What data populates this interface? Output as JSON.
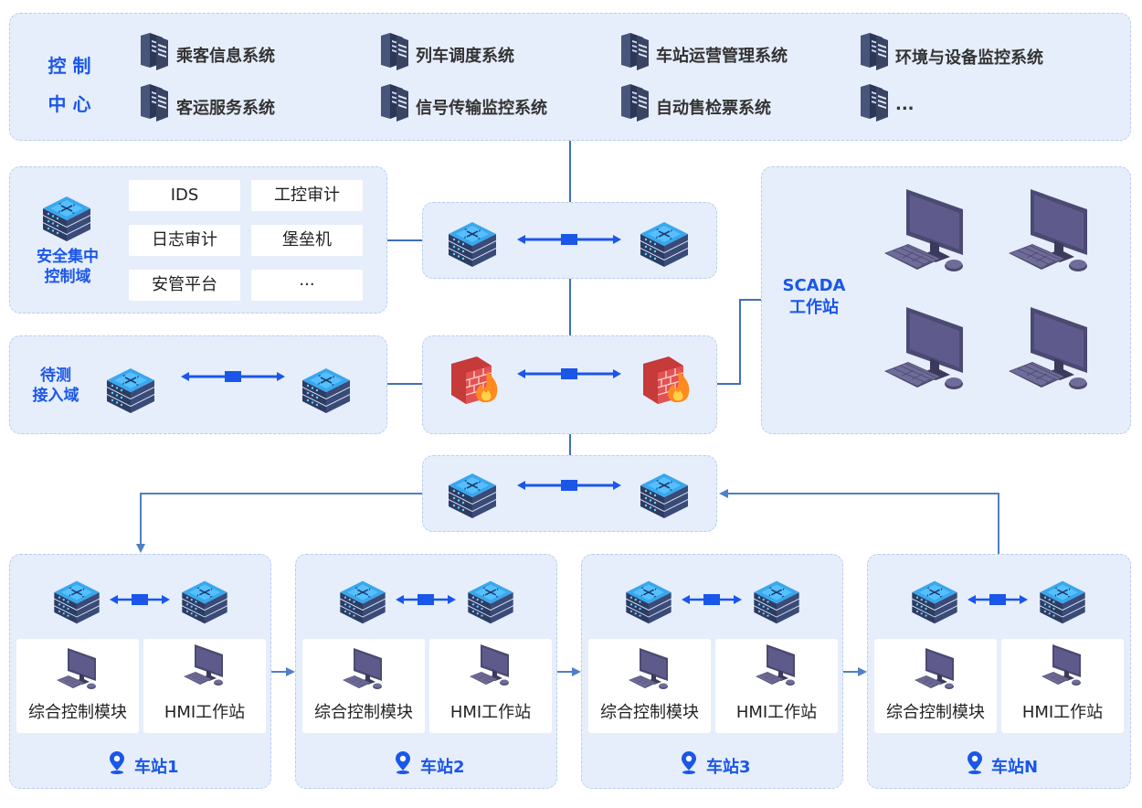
{
  "control_center": {
    "title_line1": "控 制",
    "title_line2": "中 心",
    "systems": [
      "乘客信息系统",
      "列车调度系统",
      "车站运营管理系统",
      "环境与设备监控系统",
      "客运服务系统",
      "信号传输监控系统",
      "自动售检票系统",
      "..."
    ]
  },
  "security_domain": {
    "title_line1": "安全集中",
    "title_line2": "控制域",
    "tags": [
      "IDS",
      "工控审计",
      "日志审计",
      "堡垒机",
      "安管平台",
      "···"
    ]
  },
  "test_domain": {
    "title_line1": "待测",
    "title_line2": "接入域"
  },
  "scada": {
    "title_line1": "SCADA",
    "title_line2": "工作站"
  },
  "stations": [
    {
      "name": "车站1",
      "module": "综合控制模块",
      "hmi": "HMI工作站"
    },
    {
      "name": "车站2",
      "module": "综合控制模块",
      "hmi": "HMI工作站"
    },
    {
      "name": "车站3",
      "module": "综合控制模块",
      "hmi": "HMI工作站"
    },
    {
      "name": "车站N",
      "module": "综合控制模块",
      "hmi": "HMI工作站"
    }
  ],
  "colors": {
    "accent": "#1a56e8",
    "panel": "#e6eefb",
    "line": "#3f6fb8"
  }
}
